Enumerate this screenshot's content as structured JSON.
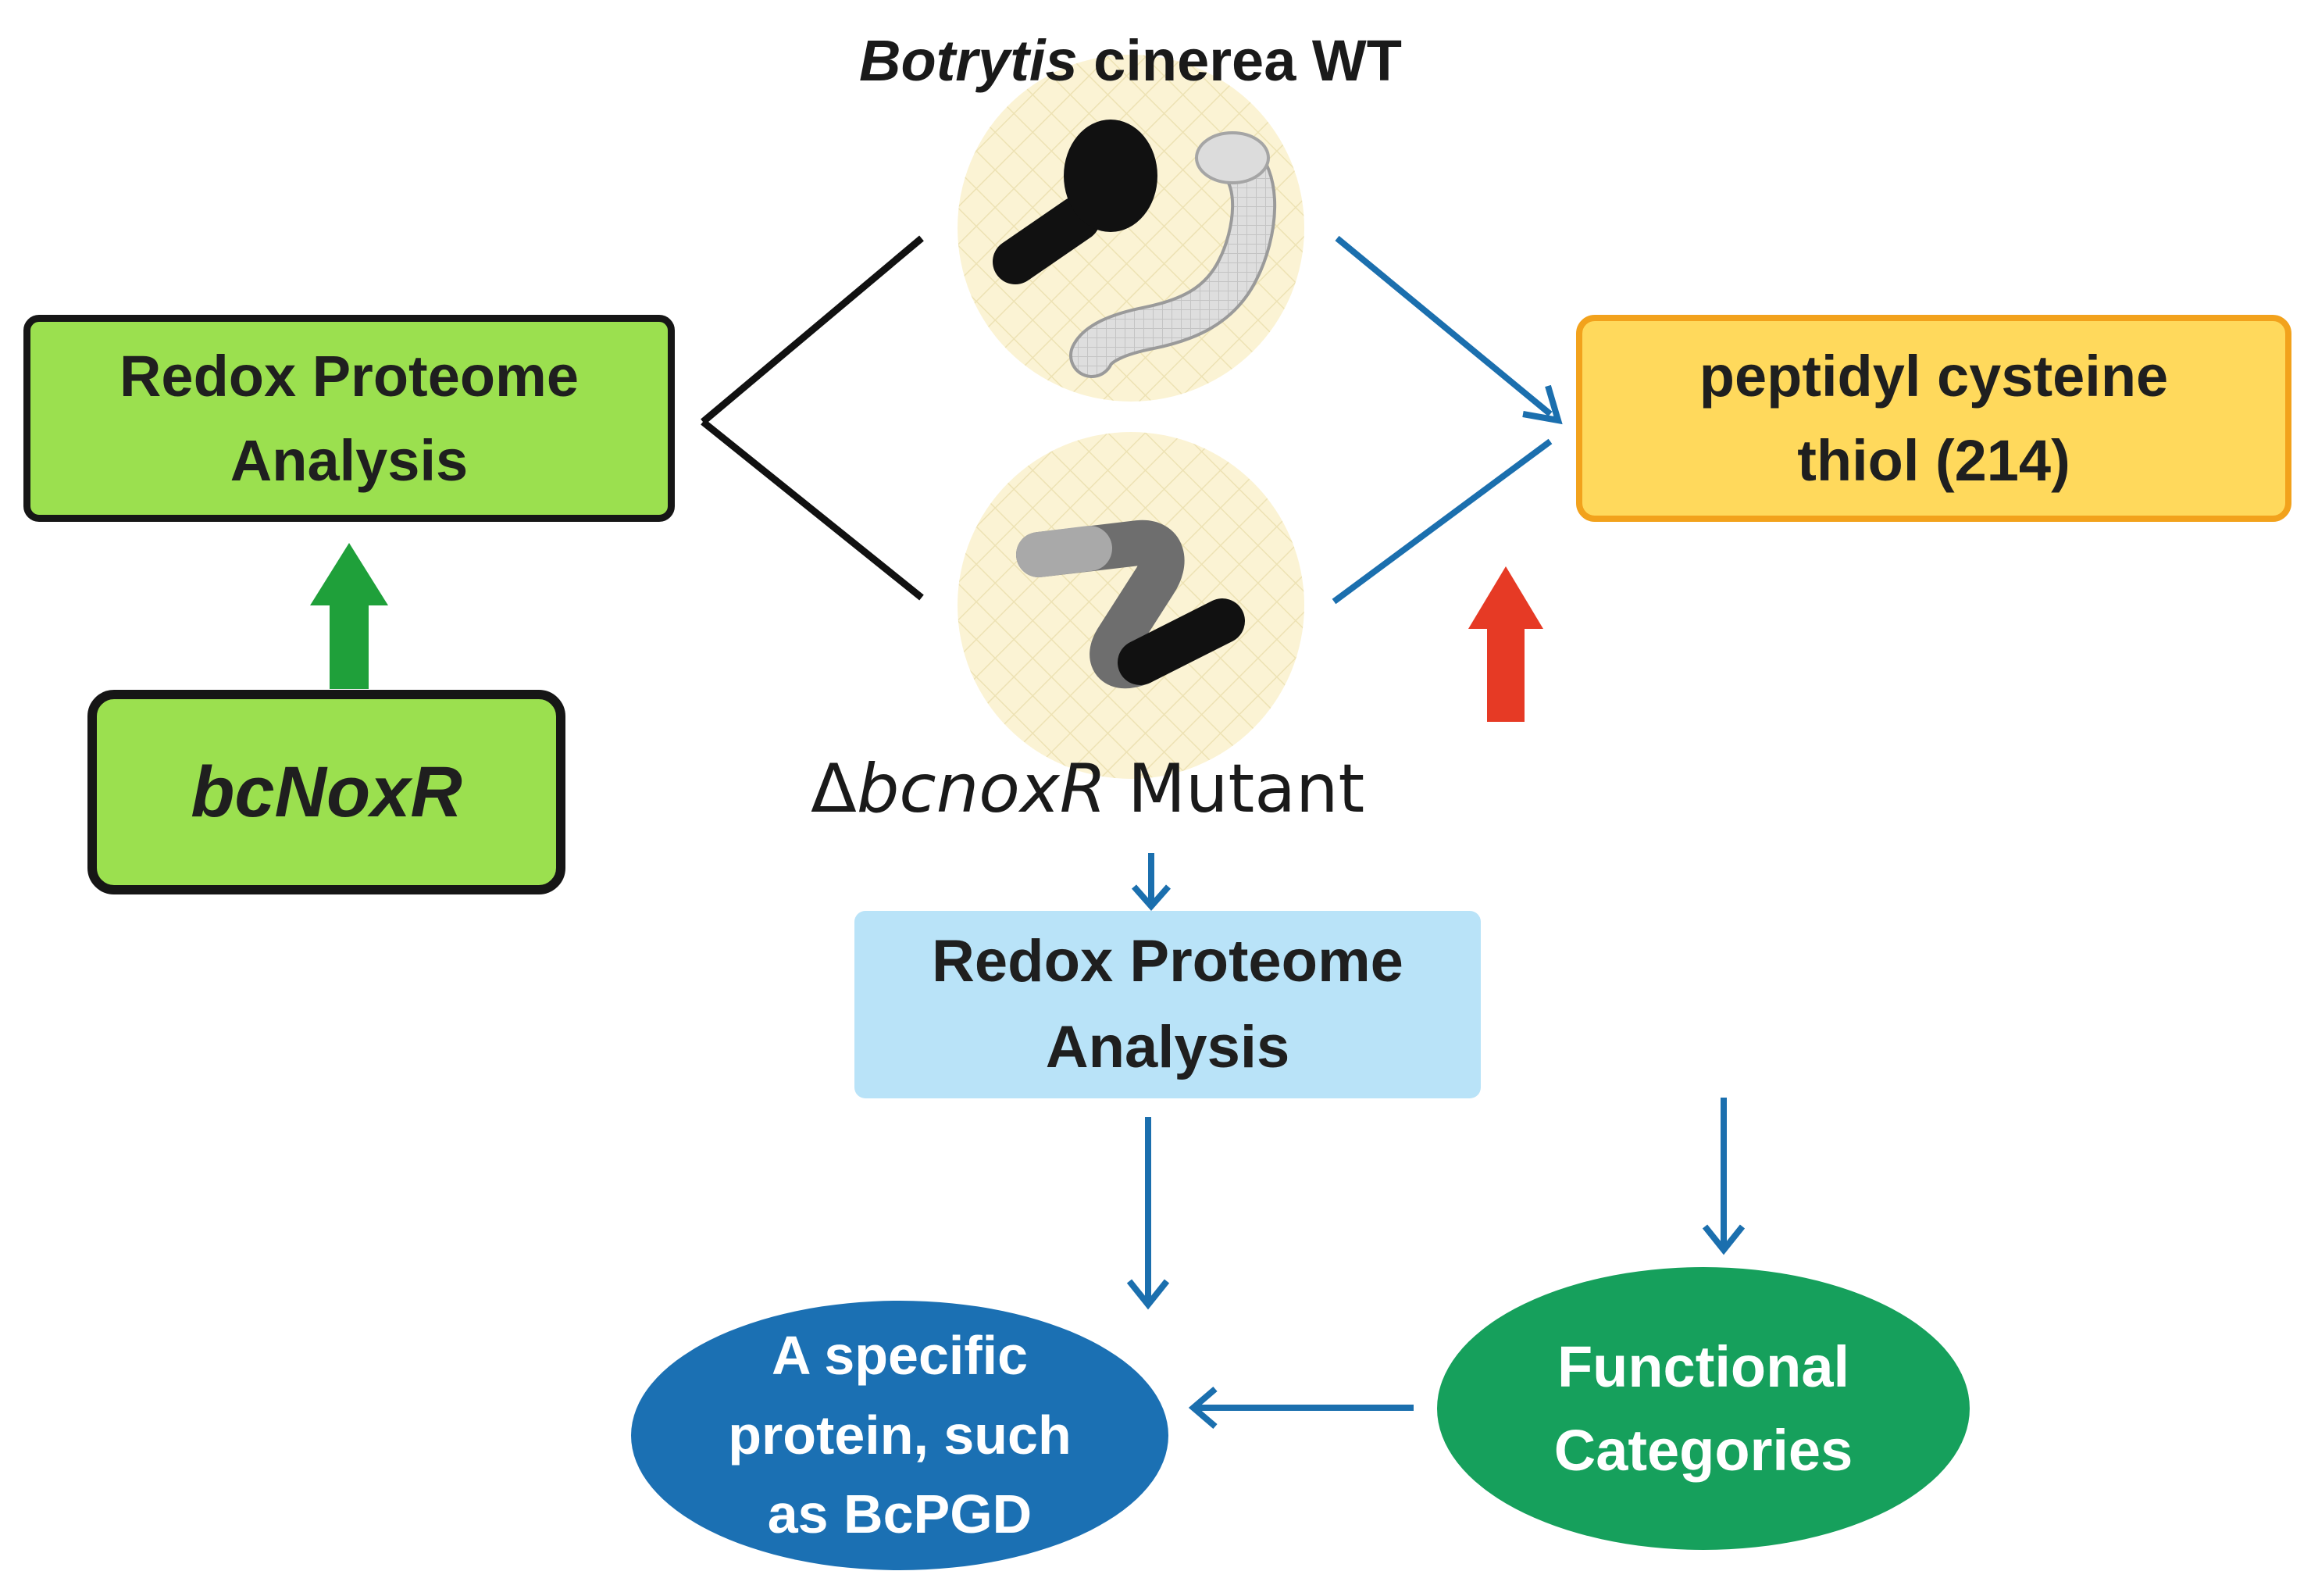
{
  "wt_label": {
    "italic": "Botrytis",
    "rest": " cinerea WT"
  },
  "mutant_label": {
    "delta": "Δ",
    "italic": "bcnoxR",
    "rest": " Mutant"
  },
  "nodes": {
    "redox_left": {
      "line1": "Redox Proteome",
      "line2": "Analysis"
    },
    "bcnoxr": "bcNoxR",
    "thiol": {
      "line1": "peptidyl cysteine",
      "line2": "thiol (214)"
    },
    "redox_center": {
      "line1": "Redox Proteome",
      "line2": "Analysis"
    },
    "specific_protein": {
      "line1": "A specific",
      "line2": "protein, such",
      "line3": "as BcPGD"
    },
    "functional": {
      "line1": "Functional",
      "line2": "Categories"
    }
  },
  "icons": {
    "wt": "wild-type-germinating-spore-icon",
    "mutant": "mutant-hypha-icon"
  },
  "colors": {
    "green_box": "#9be04f",
    "yellow_box": "#ffd95c",
    "yellow_border": "#f2a21c",
    "light_blue_box": "#b9e3f8",
    "blue_oval": "#1b70b3",
    "green_oval": "#16a05c",
    "blue_arrow": "#1b6fae",
    "green_arrow": "#1fa03a",
    "red_arrow": "#e63a25",
    "circle_fill": "#fbf3d4"
  }
}
